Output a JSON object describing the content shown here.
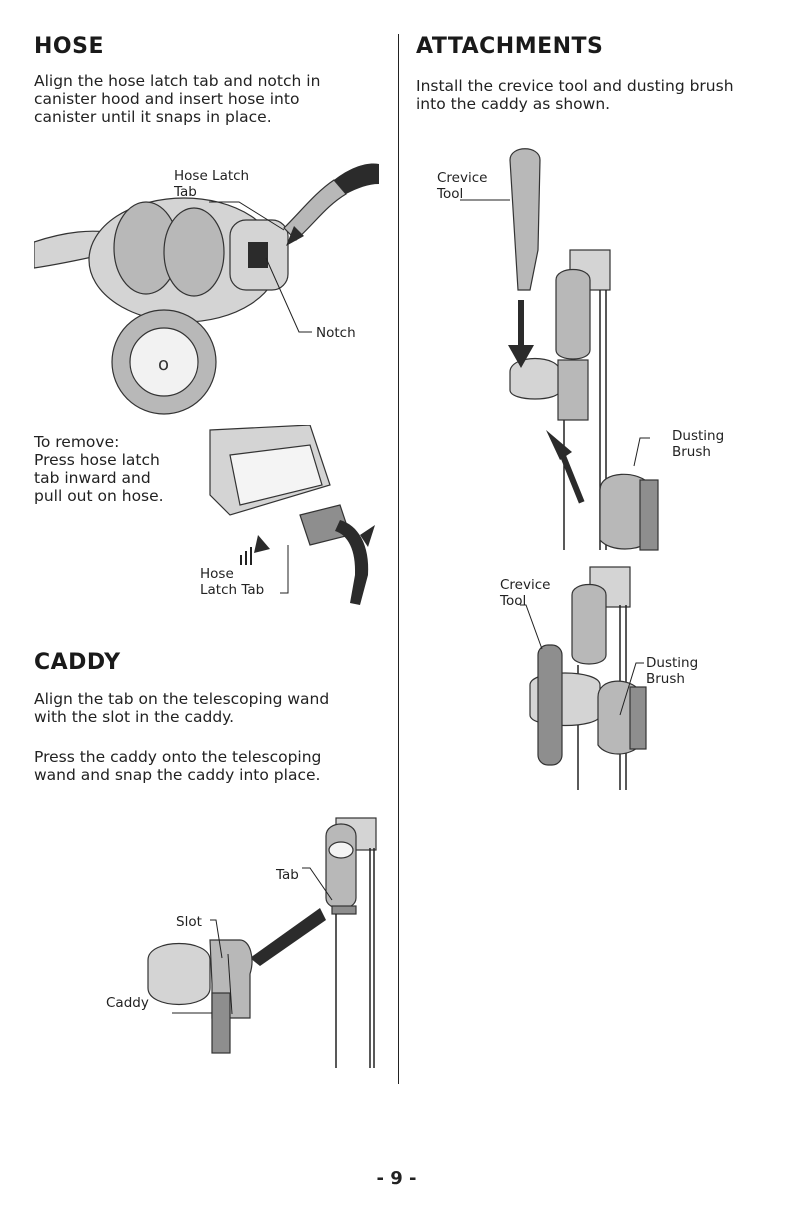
{
  "hose": {
    "title": "HOSE",
    "instructions": [
      "Align the hose latch tab and notch in",
      "canister hood and insert hose into",
      "canister until it snaps in place."
    ],
    "label_hose_latch_tab": [
      "Hose Latch",
      "Tab"
    ],
    "label_notch": "Notch",
    "remove_text": [
      "To remove:",
      "Press hose latch",
      "tab inward and",
      "pull out on hose."
    ],
    "label_hose_latch_tab_2": [
      "Hose",
      "Latch Tab"
    ]
  },
  "caddy": {
    "title": "CADDY",
    "instruction_1": [
      "Align the tab on the telescoping wand",
      "with the slot in the caddy."
    ],
    "instruction_2": [
      "Press the caddy onto the telescoping",
      "wand and snap the caddy into place."
    ],
    "label_tab": "Tab",
    "label_slot": "Slot",
    "label_caddy": "Caddy"
  },
  "attachments": {
    "title": "ATTACHMENTS",
    "instructions": [
      "Install the crevice tool and dusting brush",
      "into the caddy as shown."
    ],
    "label_crevice_tool_1": [
      "Crevice",
      "Tool"
    ],
    "label_dusting_brush_1": [
      "Dusting",
      "Brush"
    ],
    "label_crevice_tool_2": [
      "Crevice",
      "Tool"
    ],
    "label_dusting_brush_2": [
      "Dusting",
      "Brush"
    ]
  },
  "page_number": "- 9 -"
}
